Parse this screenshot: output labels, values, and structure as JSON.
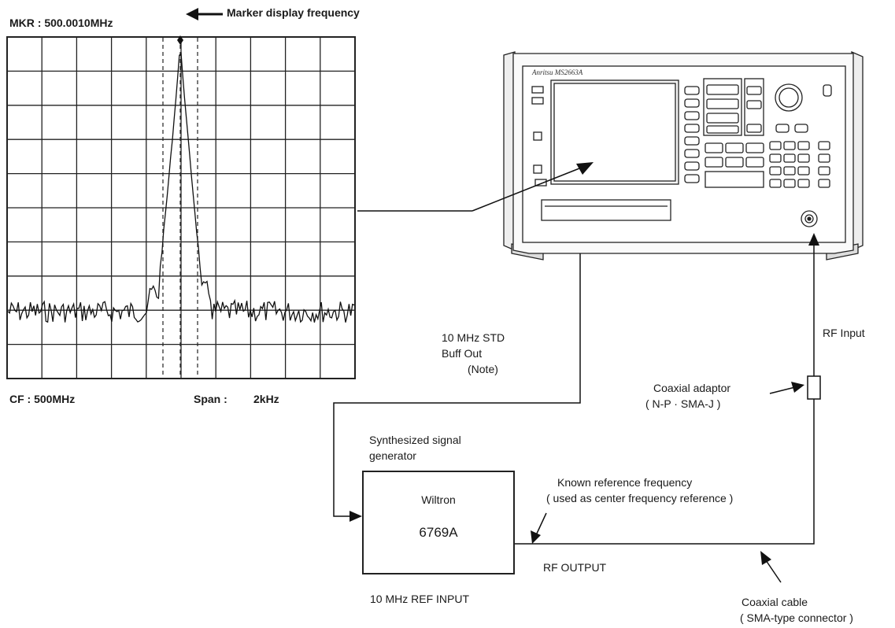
{
  "screen": {
    "marker_readout": "MKR : 500.0010MHz",
    "marker_callout": "Marker display frequency",
    "center_freq": "CF : 500MHz",
    "span_label": "Span :",
    "span_value": "2kHz"
  },
  "analyzer": {
    "brand": "Anritsu",
    "model": "MS2663A"
  },
  "connections": {
    "std_out_line1": "10 MHz STD",
    "std_out_line2": "Buff Out",
    "std_out_note": "(Note)",
    "rf_input": "RF Input",
    "adaptor_line1": "Coaxial adaptor",
    "adaptor_line2": "( N-P · SMA-J )",
    "ref_freq_line1": "Known reference frequency",
    "ref_freq_line2": "( used as center frequency reference )",
    "cable_line1": "Coaxial cable",
    "cable_line2": "( SMA-type  connector )"
  },
  "generator": {
    "title_line1": "Synthesized signal",
    "title_line2": "generator",
    "maker": "Wiltron",
    "model": "6769A",
    "rf_output": "RF  OUTPUT",
    "ref_input": "10 MHz REF INPUT"
  }
}
